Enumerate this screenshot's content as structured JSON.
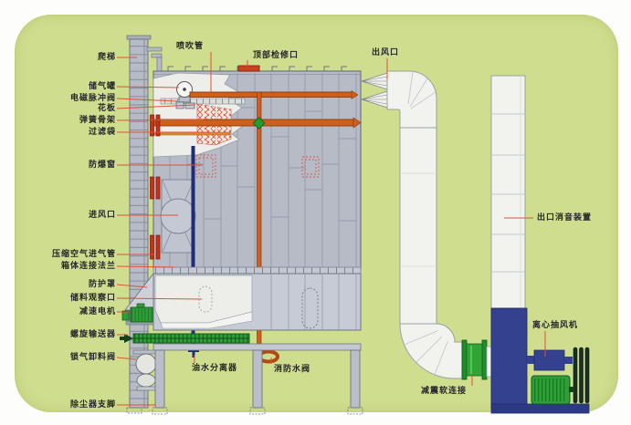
{
  "diagram_type": "pulse-jet baghouse dust collector schematic",
  "labels": {
    "ladder": "爬梯",
    "air_tank": "储气罐",
    "pulse_valve": "电磁脉冲阀",
    "tube_sheet": "花板",
    "spring_cage": "弹簧骨架",
    "filter_bag": "过滤袋",
    "explosion_vent": "防爆窗",
    "air_inlet": "进风口",
    "compressed_air_pipe": "压缩空气进气管",
    "casing_flange": "箱体连接法兰",
    "protective_cover": "防护罩",
    "material_viewport": "储料观察口",
    "gear_motor": "减速电机",
    "screw_conveyor": "螺旋输送器",
    "airlock_valve": "锁气卸料阀",
    "support_leg": "除尘器支脚",
    "blow_pipe": "喷吹管",
    "top_access": "顶部检修口",
    "air_outlet": "出风口",
    "outlet_silencer": "出口消音装置",
    "centrifugal_fan": "离心抽风机",
    "soft_connection": "减震软连接",
    "oil_water_separator": "油水分离器",
    "fire_water_valve": "消防水阀"
  },
  "colors": {
    "canvas_green": "#cfdd8e",
    "body_gray": "#b6bbc6",
    "duct_white": "#f2f3ee",
    "pipe_orange": "#cf5f1d",
    "leader_red": "#e2503a",
    "water_pipe_blue": "#1d2d77",
    "fan_housing_blue": "#33418f",
    "machine_green": "#2f9e38",
    "flange_red": "#cc3014"
  }
}
